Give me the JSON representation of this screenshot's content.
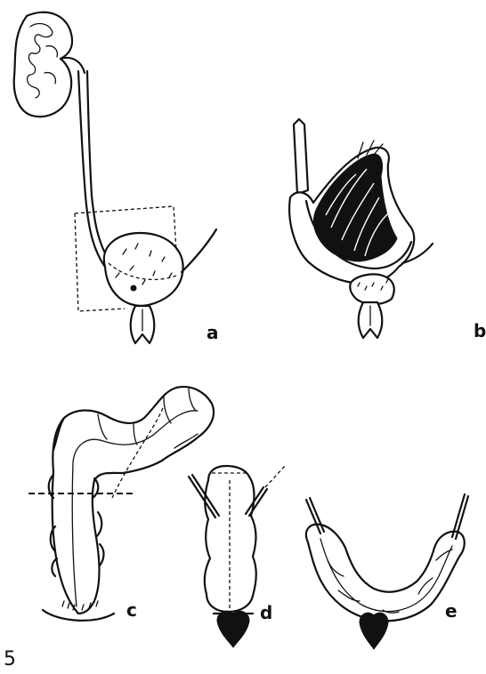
{
  "figure": {
    "number": "5",
    "panels": [
      {
        "id": "a",
        "label": "a"
      },
      {
        "id": "b",
        "label": "b"
      },
      {
        "id": "c",
        "label": "c"
      },
      {
        "id": "d",
        "label": "d"
      },
      {
        "id": "e",
        "label": "e"
      }
    ]
  }
}
